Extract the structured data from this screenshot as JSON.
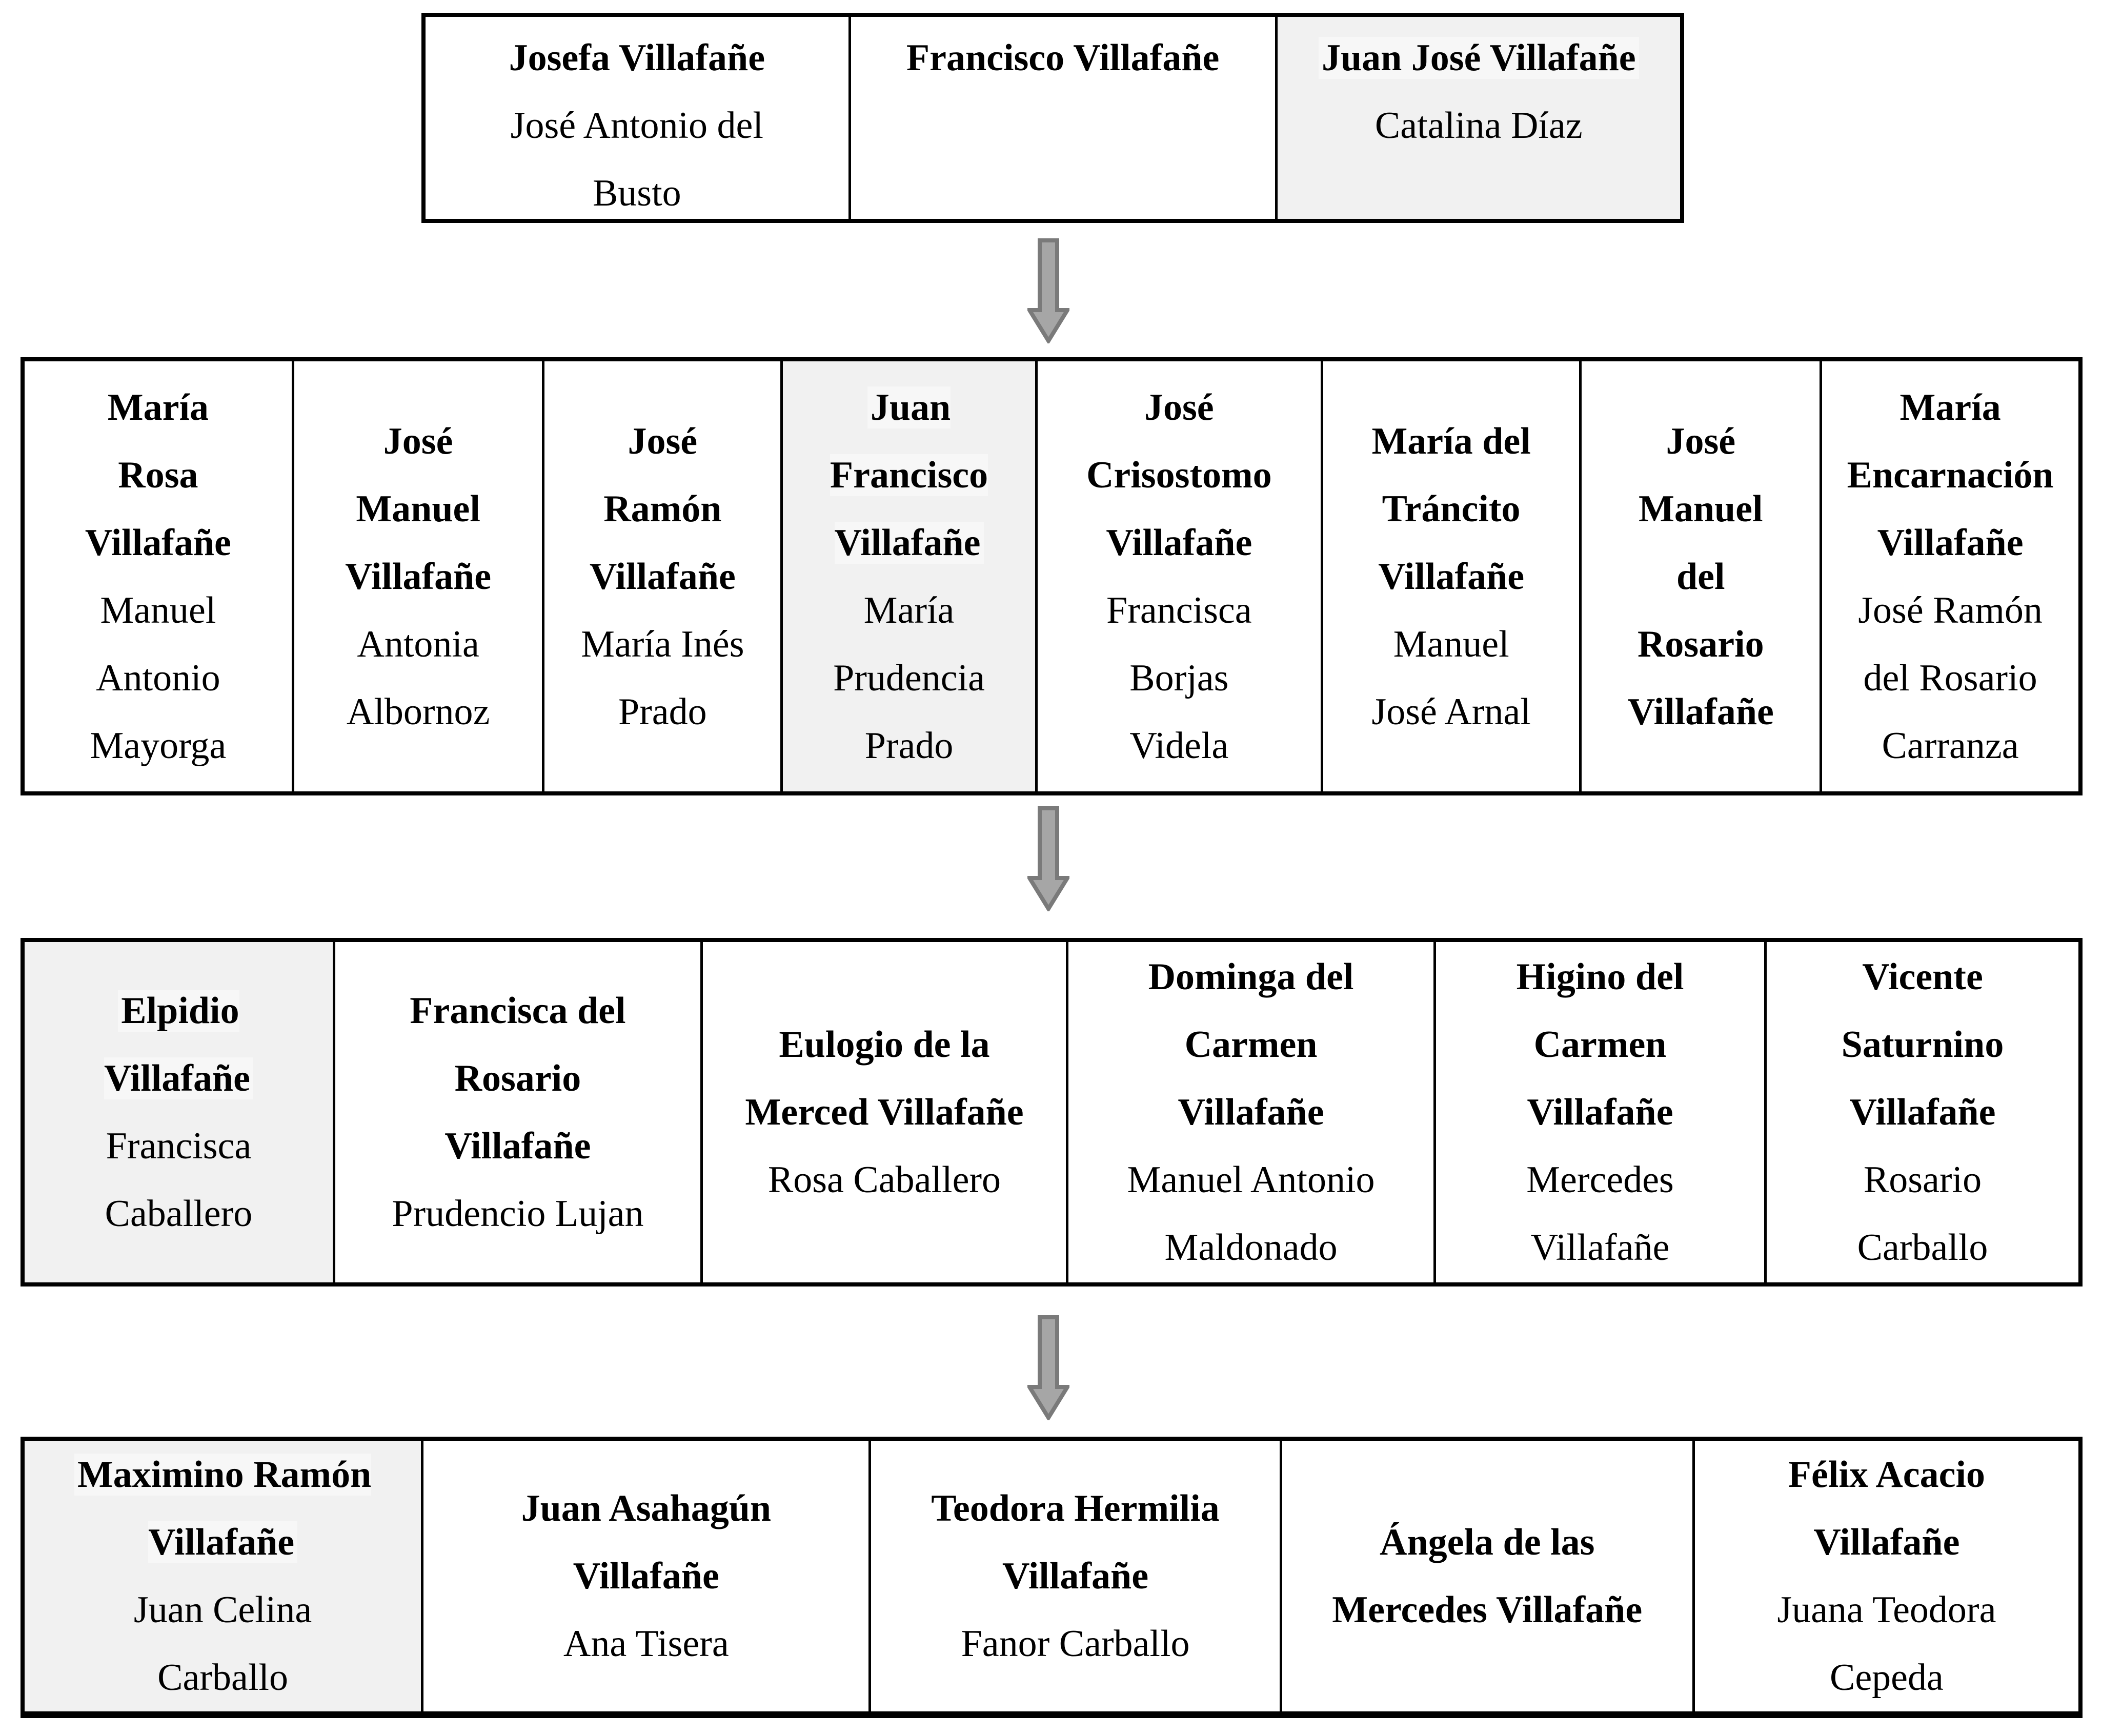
{
  "document": {
    "type": "family-tree",
    "background_color": "#ffffff",
    "border_color": "#000000",
    "shaded_cell_color": "#f1f1f1",
    "name_highlight_color": "#f7f7f7"
  },
  "arrows": {
    "icon": "down-arrow",
    "count": 3,
    "fill_color": "#a6a6a6",
    "stroke_color": "#7a7a7a"
  },
  "generations": [
    {
      "cells": [
        {
          "name": "Josefa Villafañe",
          "spouse": "José Antonio del\nBusto",
          "shaded": false
        },
        {
          "name": "Francisco Villafañe",
          "spouse": "",
          "shaded": false
        },
        {
          "name": "Juan José Villafañe",
          "spouse": "Catalina Díaz",
          "shaded": true
        }
      ]
    },
    {
      "cells": [
        {
          "name": "María\nRosa\nVillafañe",
          "spouse": "Manuel\nAntonio\nMayorga",
          "shaded": false
        },
        {
          "name": "José\nManuel\nVillafañe",
          "spouse": "Antonia\nAlbornoz",
          "shaded": false
        },
        {
          "name": "José\nRamón\nVillafañe",
          "spouse": "María Inés\nPrado",
          "shaded": false
        },
        {
          "name": "Juan\nFrancisco\nVillafañe",
          "spouse": "María\nPrudencia\nPrado",
          "shaded": true
        },
        {
          "name": "José\nCrisostomo\nVillafañe",
          "spouse": "Francisca\nBorjas\nVidela",
          "shaded": false
        },
        {
          "name": "María del\nTráncito\nVillafañe",
          "spouse": "Manuel\nJosé Arnal",
          "shaded": false
        },
        {
          "name": "José\nManuel\ndel\nRosario\nVillafañe",
          "spouse": "",
          "shaded": false
        },
        {
          "name": "María\nEncarnación\nVillafañe",
          "spouse": "José Ramón\ndel Rosario\nCarranza",
          "shaded": false
        }
      ]
    },
    {
      "cells": [
        {
          "name": "Elpidio\nVillafañe",
          "spouse": "Francisca\nCaballero",
          "shaded": true
        },
        {
          "name": "Francisca del\nRosario\nVillafañe",
          "spouse": "Prudencio Lujan",
          "shaded": false
        },
        {
          "name": "Eulogio de la\nMerced Villafañe",
          "spouse": "Rosa Caballero",
          "shaded": false
        },
        {
          "name": "Dominga del\nCarmen\nVillafañe",
          "spouse": "Manuel Antonio\nMaldonado",
          "shaded": false
        },
        {
          "name": "Higino del\nCarmen\nVillafañe",
          "spouse": "Mercedes\nVillafañe",
          "shaded": false
        },
        {
          "name": "Vicente\nSaturnino\nVillafañe",
          "spouse": "Rosario\nCarballo",
          "shaded": false
        }
      ]
    },
    {
      "cells": [
        {
          "name": "Maximino Ramón\nVillafañe",
          "spouse": "Juan Celina\nCarballo",
          "shaded": true
        },
        {
          "name": "Juan Asahagún\nVillafañe",
          "spouse": "Ana Tisera",
          "shaded": false
        },
        {
          "name": "Teodora Hermilia\nVillafañe",
          "spouse": "Fanor Carballo",
          "shaded": false
        },
        {
          "name": "Ángela de las\nMercedes Villafañe",
          "spouse": "",
          "shaded": false
        },
        {
          "name": "Félix Acacio\nVillafañe",
          "spouse": "Juana Teodora\nCepeda",
          "shaded": false
        }
      ]
    }
  ]
}
